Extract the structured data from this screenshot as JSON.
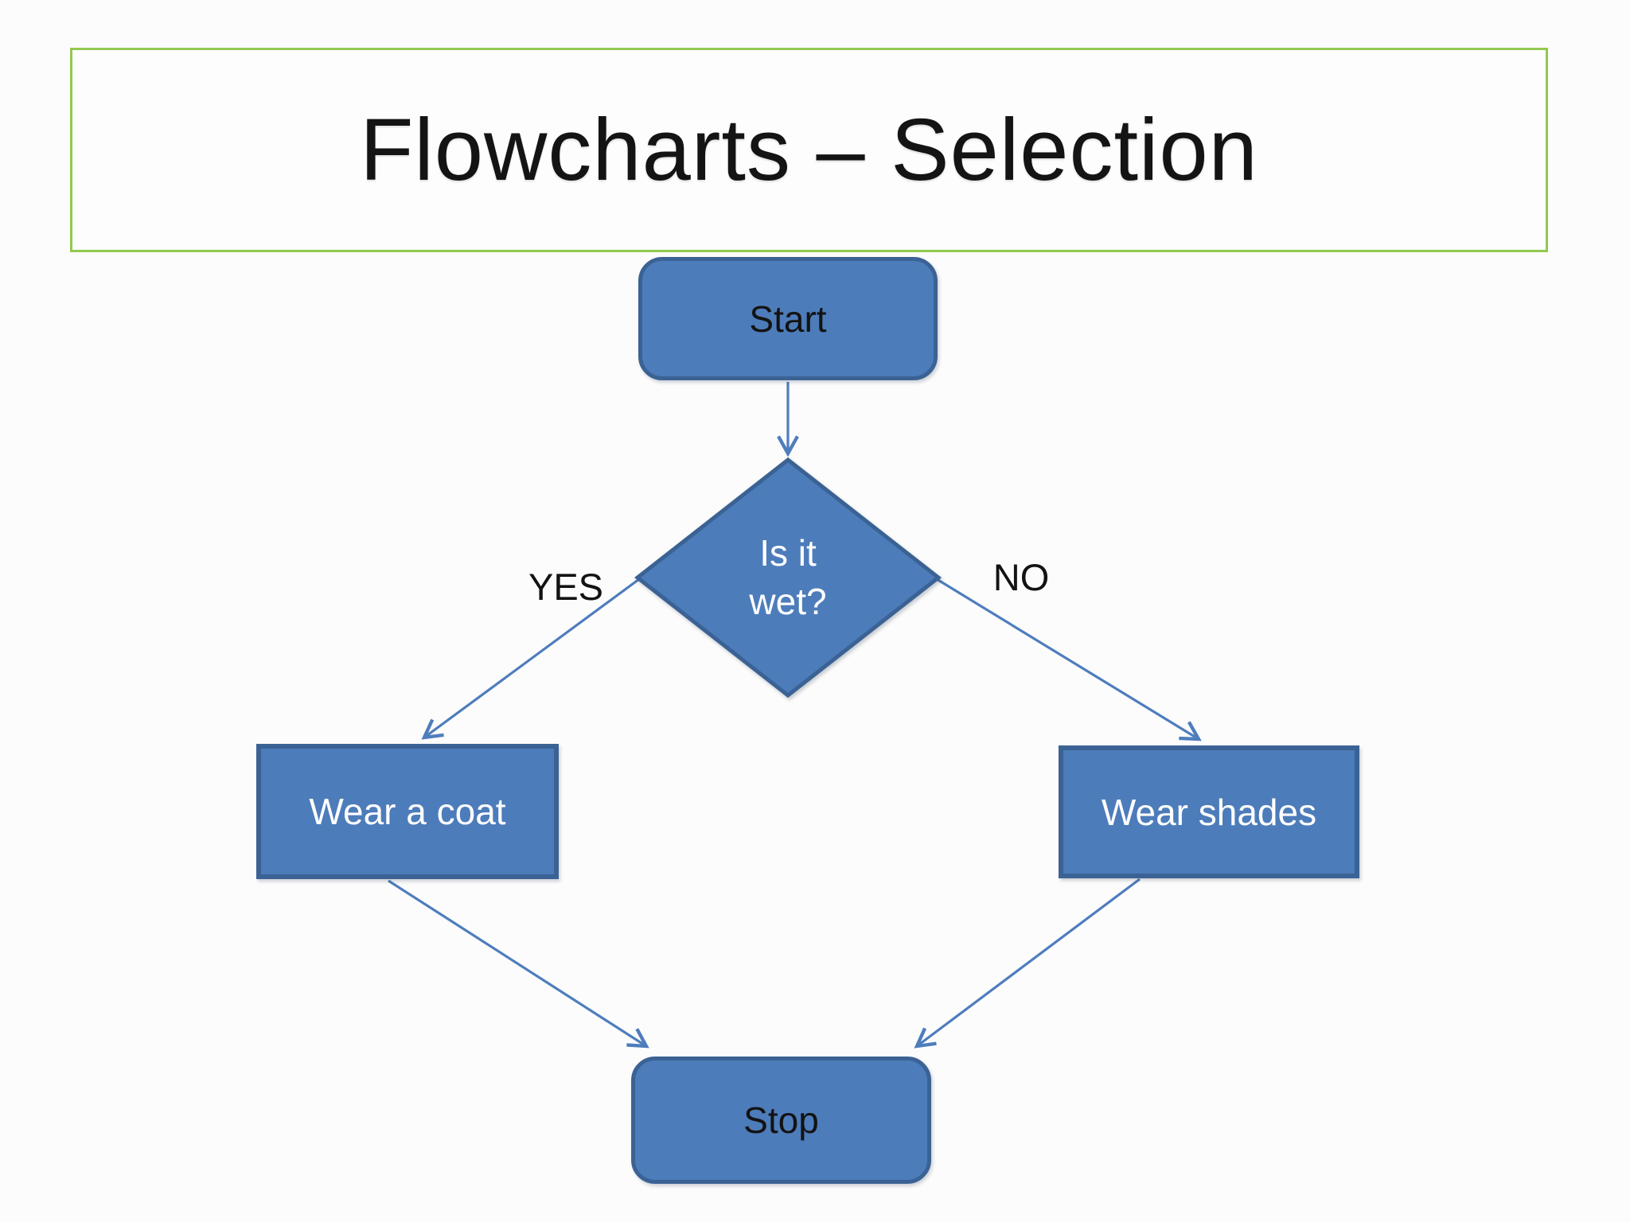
{
  "slide": {
    "title": "Flowcharts – Selection"
  },
  "nodes": {
    "start": {
      "label": "Start",
      "type": "terminator"
    },
    "decision": {
      "line1": "Is it",
      "line2": "wet?",
      "type": "decision"
    },
    "coat": {
      "label": "Wear a coat",
      "type": "process"
    },
    "shades": {
      "label": "Wear shades",
      "type": "process"
    },
    "stop": {
      "label": "Stop",
      "type": "terminator"
    }
  },
  "edges": {
    "yes_label": "YES",
    "no_label": "NO"
  },
  "colors": {
    "node_fill": "#4d7cba",
    "node_border": "#3b6294",
    "connector": "#4e7dbd",
    "title_border": "#92c850",
    "title_text": "#141414",
    "node_text_light": "#ffffff",
    "node_text_dark": "#131313",
    "background": "#fcfcfc"
  }
}
